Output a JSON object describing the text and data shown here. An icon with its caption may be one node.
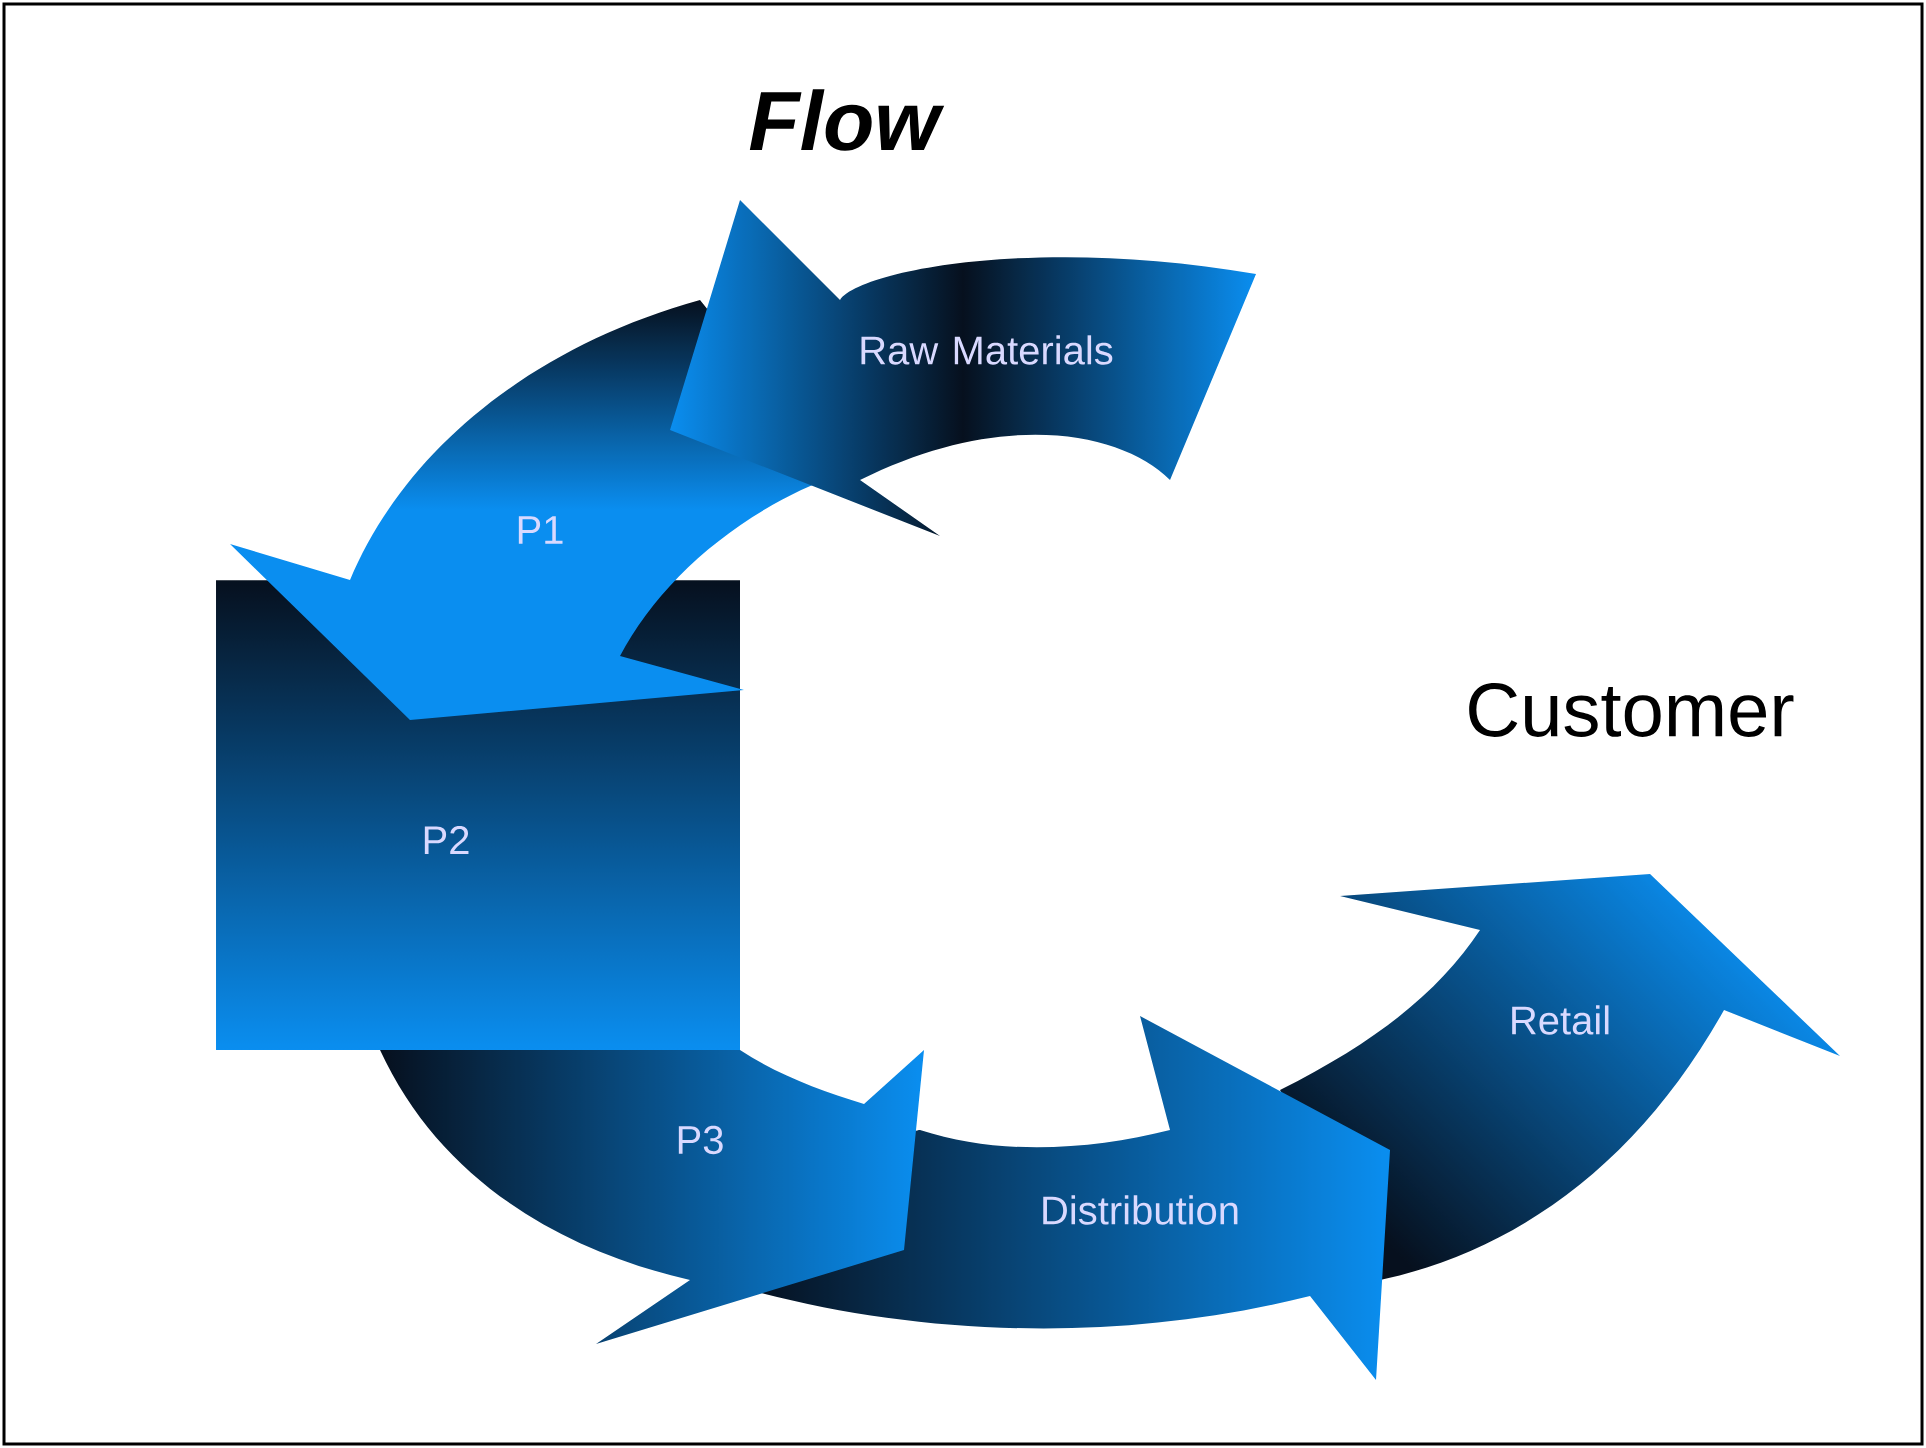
{
  "diagram": {
    "title": "Flow",
    "nodes": [
      {
        "text": [
          "Raw Materials"
        ]
      },
      {
        "text": [
          "P1"
        ]
      },
      {
        "text": [
          "P2"
        ]
      },
      {
        "text": [
          "P3"
        ]
      },
      {
        "text": [
          "Distribution"
        ]
      },
      {
        "text": [
          "Retail"
        ]
      }
    ],
    "labels": [
      "Customer"
    ]
  }
}
